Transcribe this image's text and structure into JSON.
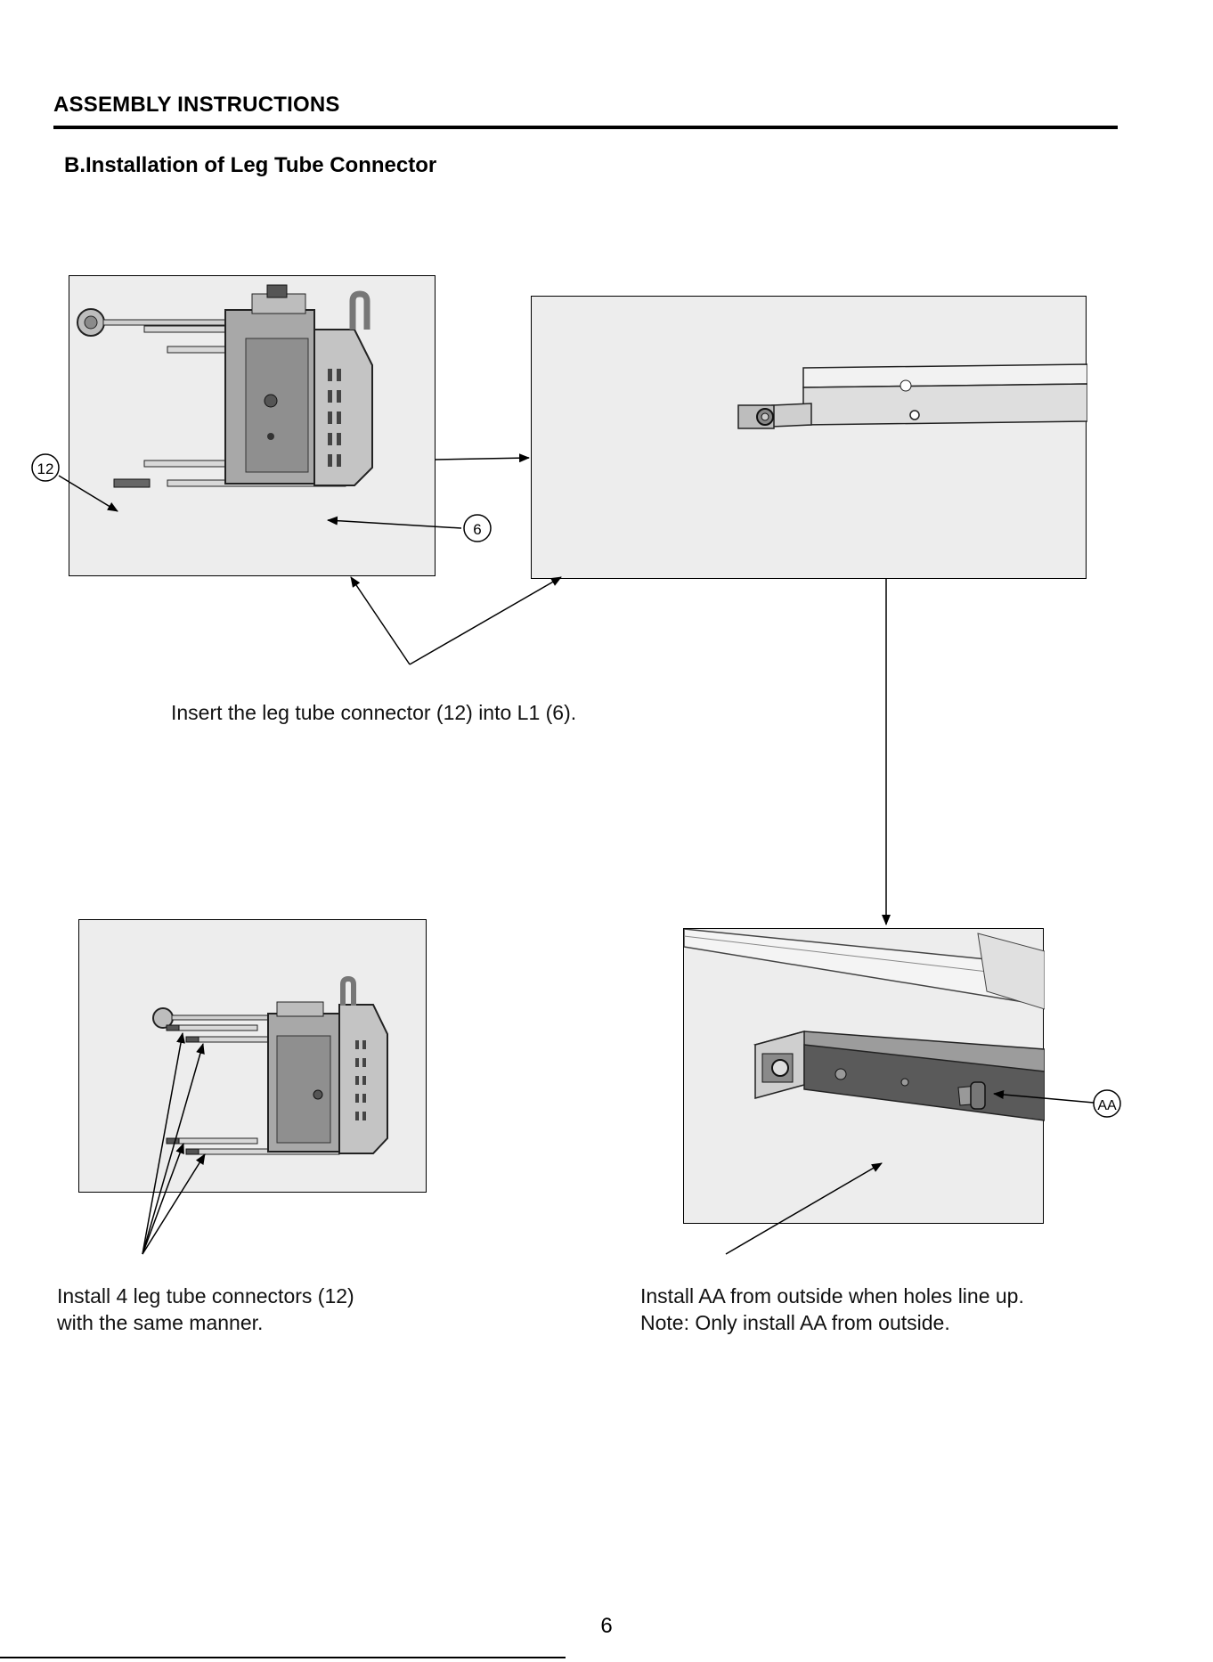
{
  "header": {
    "title": "ASSEMBLY INSTRUCTIONS",
    "section": "B.Installation of Leg Tube Connector"
  },
  "callouts": {
    "connector": "12",
    "leg": "6",
    "screw": "AA"
  },
  "steps": {
    "insert": "Insert the leg tube connector (12) into L1 (6).",
    "install_four_line1": "Install 4 leg tube connectors (12)",
    "install_four_line2": "with the same manner.",
    "install_aa_line1": "Install AA from outside when holes line up.",
    "install_aa_line2": "Note:  Only install AA from outside."
  },
  "footer": {
    "page_number": "6"
  },
  "colors": {
    "panel_bg": "#ededed",
    "metal_light": "#d9d9d9",
    "metal_dark": "#555555"
  }
}
